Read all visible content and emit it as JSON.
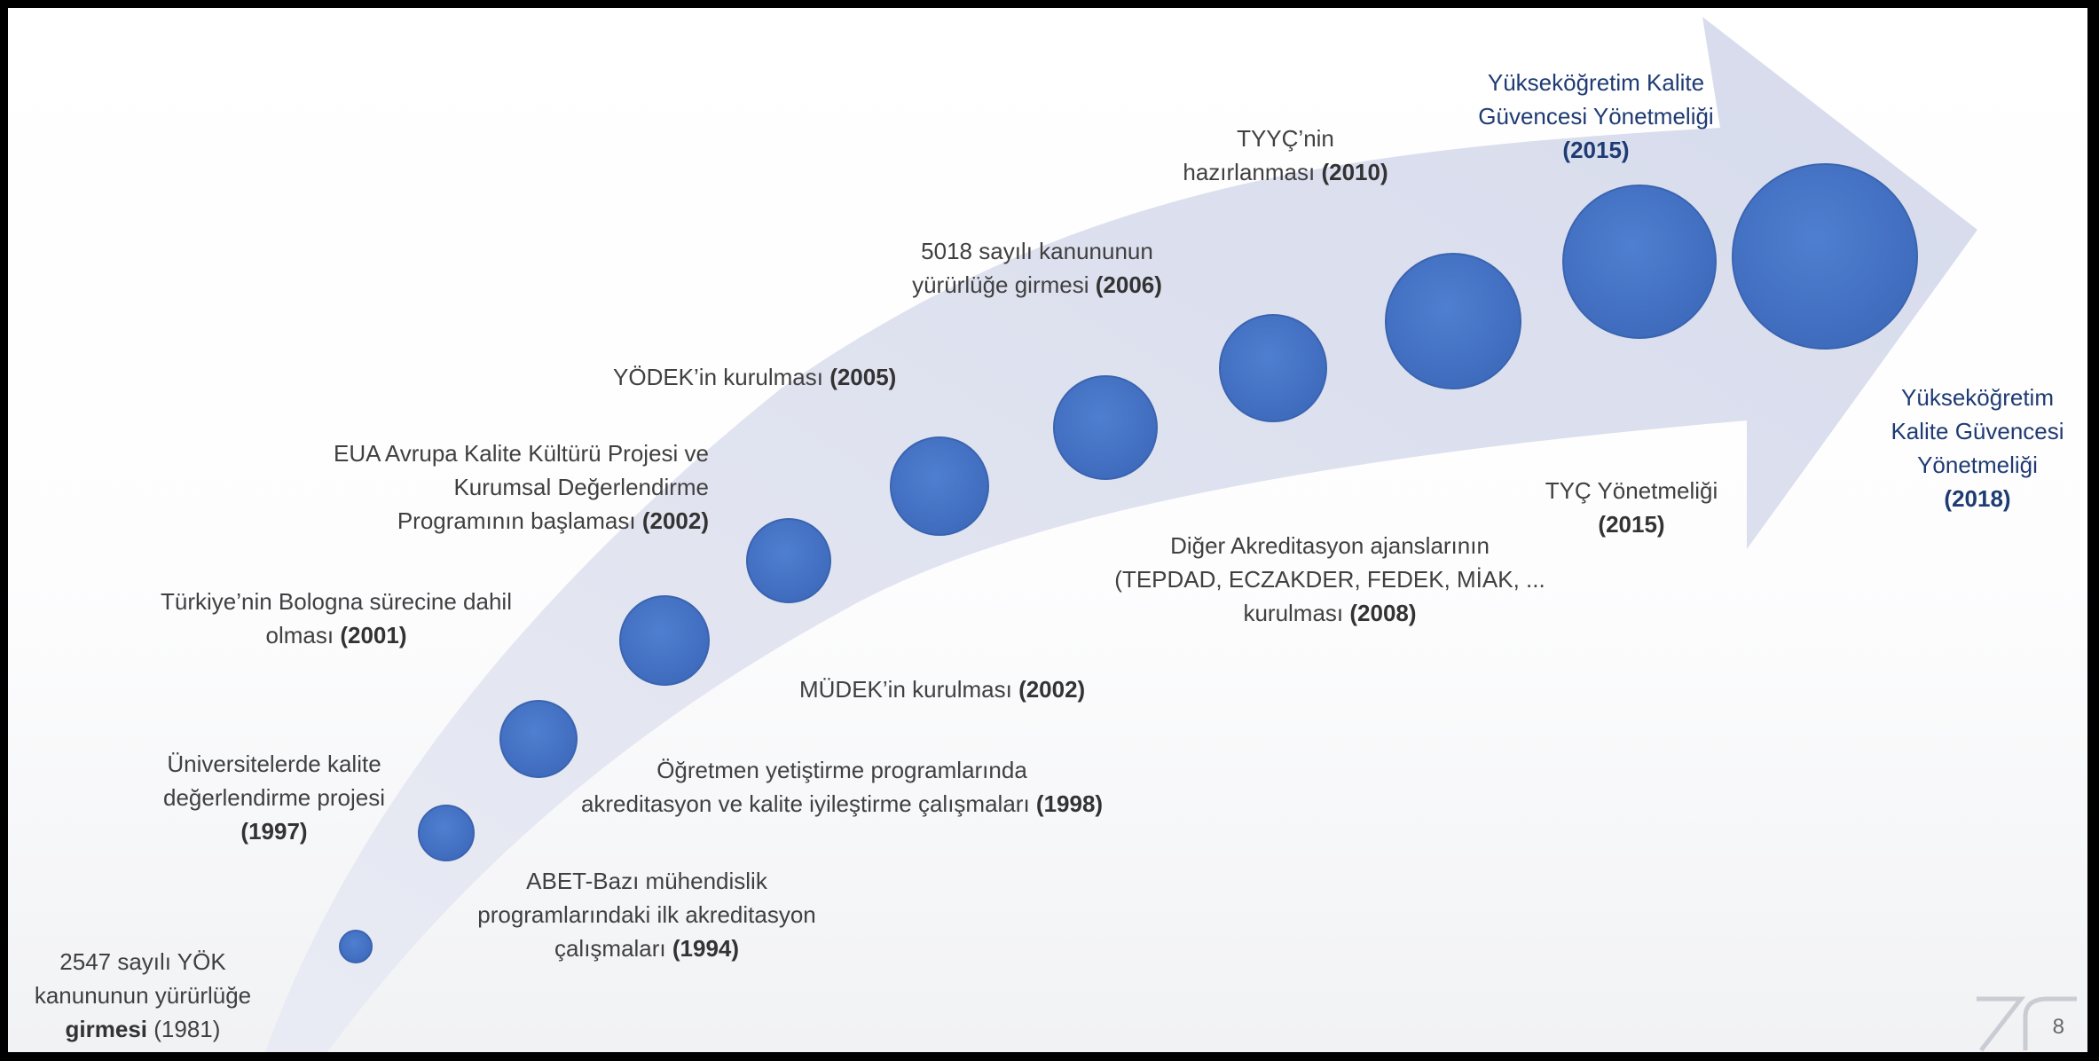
{
  "colors": {
    "arrow_fill": "#dde0ee",
    "circle_fill": "#4472c4",
    "circle_stroke": "#3a64b0",
    "navy_text": "#1f3b73",
    "gray_text": "#404040"
  },
  "milestones": [
    {
      "lines": [
        "2547 sayılı YÖK",
        "kanununun yürürlüğe"
      ],
      "bold": "girmesi",
      "tail": "  (1981)"
    },
    {
      "lines": [
        "ABET-Bazı mühendislik",
        "programlarındaki ilk akreditasyon"
      ],
      "pre": "çalışmaları ",
      "bold": "(1994)"
    },
    {
      "lines": [
        "Üniversitelerde kalite",
        "değerlendirme projesi"
      ],
      "bold": "(1997)"
    },
    {
      "lines": [
        "Öğretmen yetiştirme programlarında"
      ],
      "pre": "akreditasyon ve kalite iyileştirme çalışmaları ",
      "bold": "(1998)"
    },
    {
      "lines": [
        "Türkiye’nin Bologna sürecine dahil"
      ],
      "pre": "olması ",
      "bold": "(2001)"
    },
    {
      "lines": [
        "EUA Avrupa Kalite Kültürü Projesi ve",
        "Kurumsal Değerlendirme"
      ],
      "pre": "Programının başlaması ",
      "bold": "(2002)"
    },
    {
      "pre": "MÜDEK’in kurulması ",
      "bold": "(2002)"
    },
    {
      "pre": "YÖDEK’in kurulması ",
      "bold": "(2005)"
    },
    {
      "lines": [
        "5018 sayılı kanununun"
      ],
      "pre": "yürürlüğe girmesi ",
      "bold": "(2006)"
    },
    {
      "lines": [
        "Diğer Akreditasyon ajanslarının",
        "(TEPDAD, ECZAKDER, FEDEK, MİAK, ..."
      ],
      "pre": "kurulması ",
      "bold": "(2008)"
    },
    {
      "lines": [
        "TYYÇ’nin"
      ],
      "pre": "hazırlanması ",
      "bold": "(2010)"
    },
    {
      "lines": [
        "TYÇ Yönetmeliği"
      ],
      "bold": "(2015)"
    },
    {
      "lines": [
        "Yükseköğretim Kalite",
        "Güvencesi Yönetmeliği"
      ],
      "bold": "(2015)"
    },
    {
      "lines": [
        "Yükseköğretim",
        "Kalite Güvencesi",
        "Yönetmeliği"
      ],
      "bold": "(2018)"
    }
  ],
  "page_number": "8"
}
